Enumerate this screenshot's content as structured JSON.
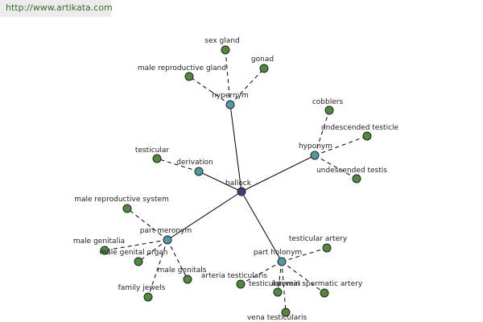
{
  "header": {
    "url": "http://www.artikata.com"
  },
  "colors": {
    "root": "#33427a",
    "relation": "#4f9aa3",
    "leaf": "#4f8a3a"
  },
  "graph": {
    "root": {
      "label": "ballock"
    },
    "relations": [
      {
        "id": "hypernym",
        "label": "hypernym"
      },
      {
        "id": "hyponym",
        "label": "hyponym"
      },
      {
        "id": "derivation",
        "label": "derivation"
      },
      {
        "id": "part-meronym",
        "label": "part meronym"
      },
      {
        "id": "part-holonym",
        "label": "part holonym"
      }
    ],
    "leaves": [
      {
        "relation": "hypernym",
        "label": "sex gland"
      },
      {
        "relation": "hypernym",
        "label": "male reproductive gland"
      },
      {
        "relation": "hypernym",
        "label": "gonad"
      },
      {
        "relation": "hyponym",
        "label": "cobblers"
      },
      {
        "relation": "hyponym",
        "label": "undescended testicle"
      },
      {
        "relation": "hyponym",
        "label": "undescended testis"
      },
      {
        "relation": "derivation",
        "label": "testicular"
      },
      {
        "relation": "part-meronym",
        "label": "male reproductive system"
      },
      {
        "relation": "part-meronym",
        "label": "male genitalia"
      },
      {
        "relation": "part-meronym",
        "label": "male genital organ"
      },
      {
        "relation": "part-meronym",
        "label": "male genitals"
      },
      {
        "relation": "part-meronym",
        "label": "family jewels"
      },
      {
        "relation": "part-holonym",
        "label": "testicular artery"
      },
      {
        "relation": "part-holonym",
        "label": "arteria testicularis"
      },
      {
        "relation": "part-holonym",
        "label": "testicular vein"
      },
      {
        "relation": "part-holonym",
        "label": "internal spermatic artery"
      },
      {
        "relation": "part-holonym",
        "label": "vena testicularis"
      }
    ]
  }
}
